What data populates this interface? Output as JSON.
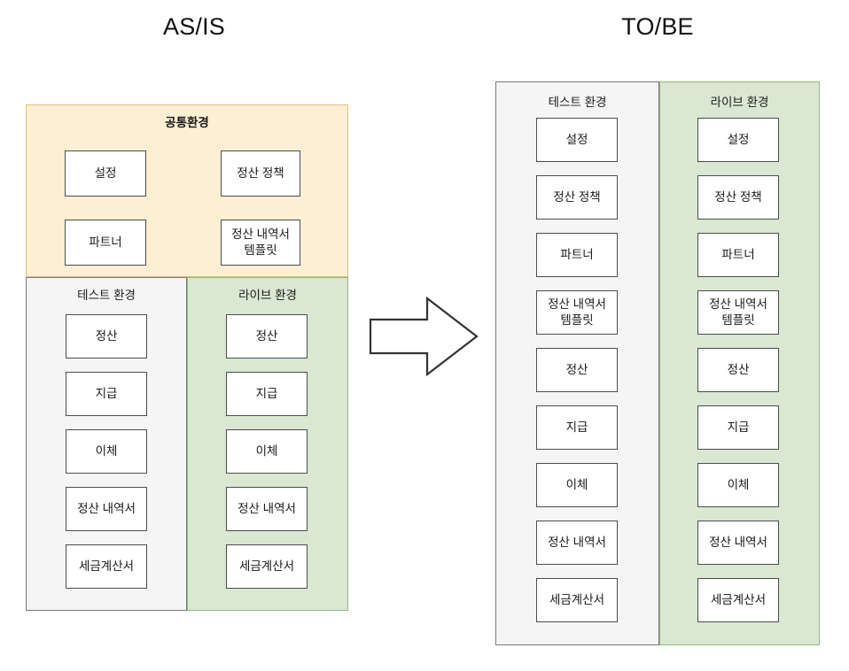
{
  "diagram": {
    "type": "architecture-comparison",
    "sections": [
      {
        "id": "asis",
        "title": "AS/IS",
        "zones": [
          {
            "id": "common",
            "label": "공통환경",
            "fill": "#fcefd3",
            "stroke": "#e0c07a",
            "nodes": [
              "설정",
              "정산 정책",
              "파트너",
              "정산 내역서\n템플릿"
            ]
          },
          {
            "id": "test",
            "label": "테스트 환경",
            "fill": "#f5f5f5",
            "stroke": "#7a7a7a",
            "nodes": [
              "정산",
              "지급",
              "이체",
              "정산 내역서",
              "세금계산서"
            ]
          },
          {
            "id": "live",
            "label": "라이브 환경",
            "fill": "#d9e7d3",
            "stroke": "#8fb980",
            "nodes": [
              "정산",
              "지급",
              "이체",
              "정산 내역서",
              "세금계산서"
            ]
          }
        ]
      },
      {
        "id": "tobe",
        "title": "TO/BE",
        "zones": [
          {
            "id": "test",
            "label": "테스트 환경",
            "fill": "#f5f5f5",
            "stroke": "#7a7a7a",
            "nodes": [
              "설정",
              "정산 정책",
              "파트너",
              "정산 내역서\n템플릿",
              "정산",
              "지급",
              "이체",
              "정산 내역서",
              "세금계산서"
            ]
          },
          {
            "id": "live",
            "label": "라이브 환경",
            "fill": "#d9e7d3",
            "stroke": "#8fb980",
            "nodes": [
              "설정",
              "정산 정책",
              "파트너",
              "정산 내역서\n템플릿",
              "정산",
              "지급",
              "이체",
              "정산 내역서",
              "세금계산서"
            ]
          }
        ]
      }
    ],
    "connector": {
      "id": "transition-arrow",
      "shape": "block-arrow-right",
      "stroke": "#333333",
      "fill": "#ffffff"
    }
  },
  "asis": {
    "title": "AS/IS",
    "common": {
      "label": "공통환경",
      "nodes": [
        {
          "label": "설정"
        },
        {
          "label": "정산 정책"
        },
        {
          "label": "파트너"
        },
        {
          "label": "정산 내역서\n템플릿"
        }
      ]
    },
    "test": {
      "label": "테스트 환경",
      "nodes": [
        {
          "label": "정산"
        },
        {
          "label": "지급"
        },
        {
          "label": "이체"
        },
        {
          "label": "정산 내역서"
        },
        {
          "label": "세금계산서"
        }
      ]
    },
    "live": {
      "label": "라이브 환경",
      "nodes": [
        {
          "label": "정산"
        },
        {
          "label": "지급"
        },
        {
          "label": "이체"
        },
        {
          "label": "정산 내역서"
        },
        {
          "label": "세금계산서"
        }
      ]
    }
  },
  "tobe": {
    "title": "TO/BE",
    "test": {
      "label": "테스트 환경",
      "nodes": [
        {
          "label": "설정"
        },
        {
          "label": "정산 정책"
        },
        {
          "label": "파트너"
        },
        {
          "label": "정산 내역서\n템플릿"
        },
        {
          "label": "정산"
        },
        {
          "label": "지급"
        },
        {
          "label": "이체"
        },
        {
          "label": "정산 내역서"
        },
        {
          "label": "세금계산서"
        }
      ]
    },
    "live": {
      "label": "라이브 환경",
      "nodes": [
        {
          "label": "설정"
        },
        {
          "label": "정산 정책"
        },
        {
          "label": "파트너"
        },
        {
          "label": "정산 내역서\n템플릿"
        },
        {
          "label": "정산"
        },
        {
          "label": "지급"
        },
        {
          "label": "이체"
        },
        {
          "label": "정산 내역서"
        },
        {
          "label": "세금계산서"
        }
      ]
    }
  }
}
